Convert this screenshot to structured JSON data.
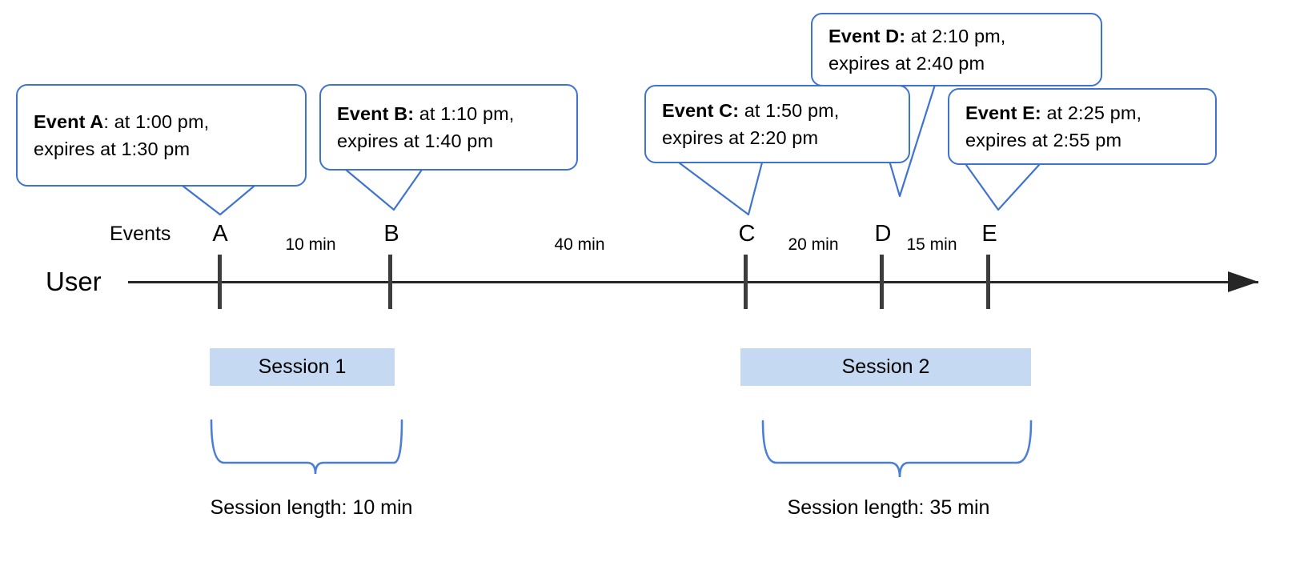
{
  "diagram": {
    "title": "User session timeline with event expiry callouts",
    "accent_color": "#3f73d0",
    "session_fill": "#c5d9f3",
    "axis_color": "#262626"
  },
  "axis": {
    "row_label": "User",
    "events_label": "Events",
    "arrow_direction": "right"
  },
  "events": [
    {
      "id": "A",
      "tick_label": "A",
      "bold": "Event A",
      "rest": ": at 1:00 pm,",
      "line2": "expires at 1:30 pm",
      "time": "1:00 pm",
      "expires": "1:30 pm"
    },
    {
      "id": "B",
      "tick_label": "B",
      "bold": "Event B:",
      "rest": " at 1:10 pm,",
      "line2": "expires at 1:40 pm",
      "time": "1:10 pm",
      "expires": "1:40 pm"
    },
    {
      "id": "C",
      "tick_label": "C",
      "bold": "Event C:",
      "rest": " at 1:50 pm,",
      "line2": "expires at 2:20 pm",
      "time": "1:50 pm",
      "expires": "2:20 pm"
    },
    {
      "id": "D",
      "tick_label": "D",
      "bold": "Event D:",
      "rest": " at 2:10 pm,",
      "line2": "expires at 2:40 pm",
      "time": "2:10 pm",
      "expires": "2:40 pm"
    },
    {
      "id": "E",
      "tick_label": "E",
      "bold": "Event E:",
      "rest": " at 2:25 pm,",
      "line2": "expires at 2:55 pm",
      "time": "2:25 pm",
      "expires": "2:55 pm"
    }
  ],
  "gaps": [
    {
      "label": "10 min",
      "between": "A-B"
    },
    {
      "label": "40 min",
      "between": "B-C"
    },
    {
      "label": "20 min",
      "between": "C-D"
    },
    {
      "label": "15 min",
      "between": "D-E"
    }
  ],
  "sessions": [
    {
      "name": "Session 1",
      "length_label": "Session length: 10 min",
      "length": "10 min"
    },
    {
      "name": "Session 2",
      "length_label": "Session length: 35 min",
      "length": "35 min"
    }
  ]
}
